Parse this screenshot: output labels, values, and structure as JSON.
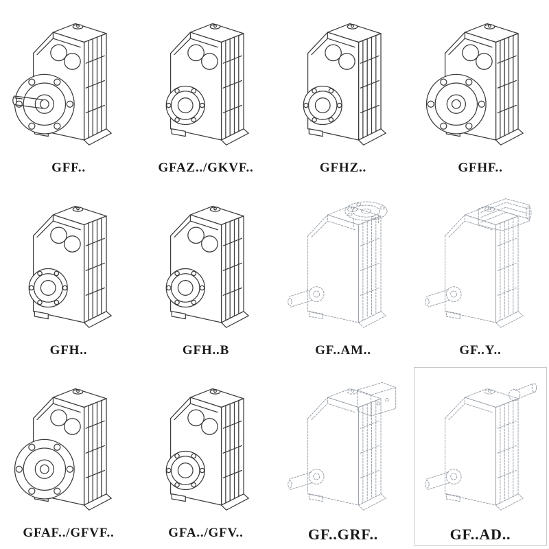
{
  "page": {
    "background": "#ffffff",
    "line_color_solid": "#3c3c3c",
    "line_color_ghost": "#9aa0a8"
  },
  "catalog": {
    "items": [
      {
        "label": "GFF..",
        "drawing": "gearbox-flange-shaft",
        "style": "solid"
      },
      {
        "label": "GFAZ../GKVF..",
        "drawing": "gearbox-hollow-boss",
        "style": "solid"
      },
      {
        "label": "GFHZ..",
        "drawing": "gearbox-hollow-boss",
        "style": "solid"
      },
      {
        "label": "GFHF..",
        "drawing": "gearbox-flange",
        "style": "solid"
      },
      {
        "label": "GFH..",
        "drawing": "gearbox-hollow-boss",
        "style": "solid"
      },
      {
        "label": "GFH..B",
        "drawing": "gearbox-hollow-boss",
        "style": "solid"
      },
      {
        "label": "GF..AM..",
        "drawing": "gearbox-top-flange",
        "style": "ghost"
      },
      {
        "label": "GF..Y..",
        "drawing": "gearbox-with-motor",
        "style": "ghost"
      },
      {
        "label": "GFAF../GFVF..",
        "drawing": "gearbox-flange",
        "style": "solid"
      },
      {
        "label": "GFA../GFV..",
        "drawing": "gearbox-hollow-boss",
        "style": "solid"
      },
      {
        "label": "GF..GRF..",
        "drawing": "gearbox-adapter",
        "style": "ghost"
      },
      {
        "label": "GF..AD..",
        "drawing": "gearbox-input-shaft",
        "style": "ghost"
      }
    ]
  }
}
